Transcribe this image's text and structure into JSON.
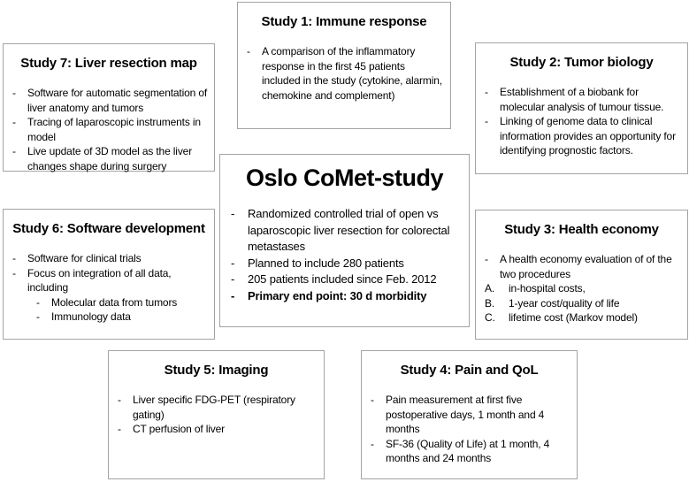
{
  "glyphs": {
    "dash": "-"
  },
  "boxes": {
    "center": {
      "title": "Oslo CoMet-study",
      "bullets": [
        "Randomized controlled trial of open vs laparoscopic liver resection for colorectal metastases",
        "Planned to include 280 patients",
        "205 patients included since Feb. 2012"
      ],
      "bullet_bold": "Primary end point: 30 d morbidity"
    },
    "study1": {
      "title": "Study 1: Immune response",
      "bullets": [
        "A comparison of the inflammatory response in the first 45 patients included in the study (cytokine, alarmin, chemokine and complement)"
      ]
    },
    "study2": {
      "title": "Study 2: Tumor biology",
      "bullets": [
        "Establishment of a biobank for molecular analysis of tumour tissue.",
        "Linking of genome data to clinical information provides an opportunity for identifying prognostic factors."
      ]
    },
    "study3": {
      "title": "Study 3: Health economy",
      "bullets": [
        "A health economy evaluation of of the two procedures"
      ],
      "lettered": [
        {
          "marker": "A.",
          "text": "in-hospital costs,"
        },
        {
          "marker": "B.",
          "text": "1-year cost/quality of life"
        },
        {
          "marker": "C.",
          "text": "lifetime cost (Markov model)"
        }
      ]
    },
    "study4": {
      "title": "Study 4: Pain and QoL",
      "bullets": [
        "Pain measurement at first five postoperative days, 1 month and 4 months",
        "SF-36 (Quality of Life) at 1 month, 4 months and 24 months"
      ]
    },
    "study5": {
      "title": "Study 5: Imaging",
      "bullets": [
        "Liver specific FDG-PET (respiratory gating)",
        "CT perfusion of liver"
      ]
    },
    "study6": {
      "title": "Study 6: Software development",
      "bullets": [
        "Software for clinical trials",
        "Focus on integration of all data, including"
      ],
      "subbullets": [
        "Molecular data from tumors",
        "Immunology data"
      ]
    },
    "study7": {
      "title": "Study 7: Liver resection map",
      "bullets": [
        "Software for automatic segmentation of liver anatomy and tumors",
        "Tracing of laparoscopic instruments in model",
        "Live update of 3D model as the liver changes shape during surgery"
      ]
    }
  }
}
